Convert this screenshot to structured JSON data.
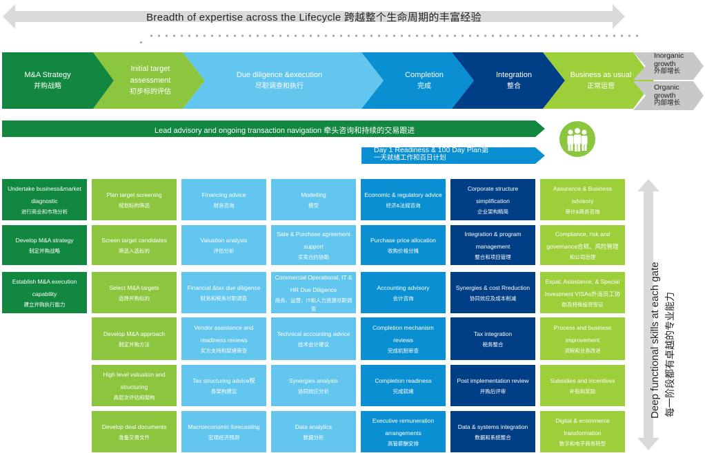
{
  "header": {
    "title": "Breadth of expertise across the Lifecycle 跨越整个生命周期的丰富经验"
  },
  "phases": [
    {
      "en": "M&A Strategy",
      "zh": "并购战略"
    },
    {
      "en": "Initial target assessment",
      "zh": "初步标的评估"
    },
    {
      "en": "Due diligence &execution",
      "zh": "尽职调查和执行"
    },
    {
      "en": "Completion",
      "zh": "完成"
    },
    {
      "en": "Integration",
      "zh": "整合"
    },
    {
      "en": "Business as usual",
      "zh": "正常运营"
    }
  ],
  "growth": [
    {
      "en": "Inorganic growth",
      "zh": "外部增长"
    },
    {
      "en": "Organic growth",
      "zh": "内部增长"
    }
  ],
  "lead_advisory": "Lead advisory and ongoing transaction navigation 牵头咨询和持续的交易跟进",
  "day1": {
    "en": "Day 1 Readiness & 100 Day Plan第",
    "zh": "一天就绪工作和百日计划"
  },
  "side_label": {
    "en": "Deep functional skills at each gate",
    "zh": "每一阶段都有卓越的专业能力"
  },
  "columns": [
    {
      "color": "#12873f",
      "cells": [
        {
          "en": "Undertake business&market diagnostic",
          "zh": "进行商业和市场分析"
        },
        {
          "en": "Develop M&A strategy",
          "zh": "制定并购战略"
        },
        {
          "en": "Establish M&A execution capability",
          "zh": "建立并购执行能力"
        }
      ]
    },
    {
      "color": "#8cc63f",
      "cells": [
        {
          "en": "Plan target screening",
          "zh": "规划标的筛选"
        },
        {
          "en": "Screen target candidates",
          "zh": "筛选入选标的"
        },
        {
          "en": "Select M&A targets",
          "zh": "选择并购标的"
        },
        {
          "en": "Develop M&A approach",
          "zh": "制定并购方法"
        },
        {
          "en": "High level valuation and structuring",
          "zh": "高层次评估和架构"
        },
        {
          "en": "Develop deal documents",
          "zh": "准备交易文件"
        }
      ]
    },
    {
      "color": "#62c6ef",
      "cells": [
        {
          "en": "Financing advice",
          "zh": "财务咨询"
        },
        {
          "en": "Valuation analysis",
          "zh": "评估分析"
        },
        {
          "en": "Financial &tax due diligence",
          "zh": "财务和税务尽职调查"
        },
        {
          "en": "Vendor assistance and readiness reviews",
          "zh": "买方支持和就绪审查"
        },
        {
          "en": "Tax structuring advice税",
          "zh": "务架构建议"
        },
        {
          "en": "Macroeconomic forecasting",
          "zh": "宏观经济预测"
        }
      ]
    },
    {
      "color": "#62c6ef",
      "cells": [
        {
          "en": "Modelling",
          "zh": "模型"
        },
        {
          "en": "Sale & Purchase agreement support",
          "zh": "买卖合约协助"
        },
        {
          "en": "Commercial Operational, IT & HR Due Diligence",
          "zh": "商务、运营、IT和人力资源尽职调查"
        },
        {
          "en": "Technical accounting advice",
          "zh": "技术会计建议"
        },
        {
          "en": "Synergies analysis",
          "zh": "协同效应分析"
        },
        {
          "en": "Data analytics",
          "zh": "数据分析"
        }
      ]
    },
    {
      "color": "#0a8fd2",
      "cells": [
        {
          "en": "Economic & regulatory advice",
          "zh": "经济&法规咨询"
        },
        {
          "en": "Purchase price allocation",
          "zh": "收购价格分摊"
        },
        {
          "en": "Accounting advisory",
          "zh": "会计咨询"
        },
        {
          "en": "Completion mechanism reviews",
          "zh": "完成机制审查"
        },
        {
          "en": "Completion readiness",
          "zh": "完成就绪"
        },
        {
          "en": "Executive remuneration arrangements",
          "zh": "高管薪酬安排"
        }
      ]
    },
    {
      "color": "#003e85",
      "cells": [
        {
          "en": "Corporate structure simplification",
          "zh": "企业架构精简"
        },
        {
          "en": "Integration & program management",
          "zh": "整合和项目管理"
        },
        {
          "en": "Synergies & cost Rreduction",
          "zh": "协同效应及成本削减"
        },
        {
          "en": "Tax integration",
          "zh": "税务整合"
        },
        {
          "en": "Post implementation review",
          "zh": "并购后评审"
        },
        {
          "en": "Data & systems integration",
          "zh": "数据和系统整合"
        }
      ]
    },
    {
      "color": "#9ccf3a",
      "cells": [
        {
          "en": "Assurance & Business advisory",
          "zh": "审计&商务咨询"
        },
        {
          "en": "Compliance, risk and governance合规、风险管理",
          "zh": "和公司治理"
        },
        {
          "en": "Expat, Assistance, & Special Investment VISAs外派员工协",
          "zh": "助及特殊投资签证"
        },
        {
          "en": "Process and business improvement",
          "zh": "流程和业务改进"
        },
        {
          "en": "Subsidies and incentives",
          "zh": "补贴和奖励"
        },
        {
          "en": "Digital & ecommerce transformation",
          "zh": "数字和电子商务转型"
        }
      ]
    }
  ]
}
